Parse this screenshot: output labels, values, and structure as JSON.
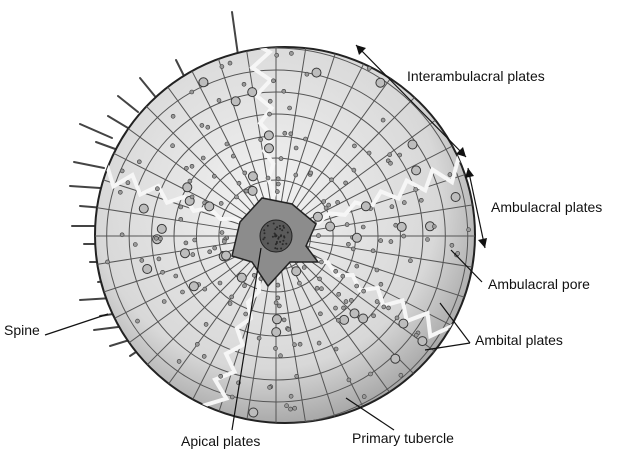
{
  "labels": {
    "interambulacral": "Interambulacral plates",
    "ambulacral": "Ambulacral plates",
    "ambulacral_pore": "Ambulacral pore",
    "ambital": "Ambital plates",
    "spine": "Spine",
    "apical": "Apical plates",
    "primary_tubercle": "Primary tubercle"
  },
  "colors": {
    "test_fill": "#e6e6e6",
    "ink": "#111111",
    "suture": "#f4f4f4"
  }
}
